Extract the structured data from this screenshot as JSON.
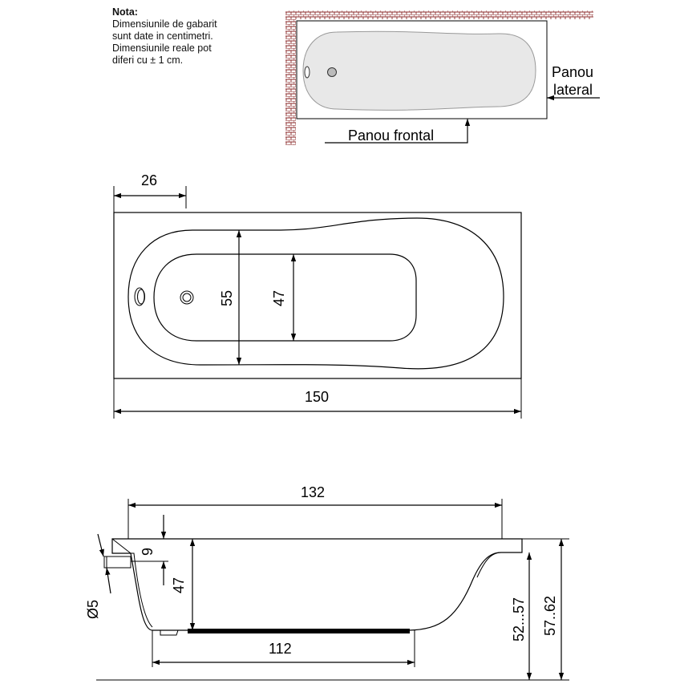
{
  "note": {
    "title": "Nota:",
    "lines": [
      "Dimensiunile de gabarit",
      "sunt date in centimetri.",
      "Dimensiunile reale pot",
      "diferi cu ± 1 cm."
    ]
  },
  "panels": {
    "lateral_line1": "Panou",
    "lateral_line2": "lateral",
    "frontal": "Panou frontal"
  },
  "top_view": {
    "dim_drain_offset": "26",
    "dim_outer_width": "55",
    "dim_inner_width": "47",
    "dim_length": "150"
  },
  "side_view": {
    "dim_top_length": "132",
    "dim_rim": "9",
    "dim_inner_depth": "47",
    "dim_overflow_diameter": "Ø5",
    "dim_bottom_length": "112",
    "dim_height_range": "52...57",
    "dim_total_height": "57..62"
  },
  "colors": {
    "line": "#000000",
    "wall_hatch": "#8b2a2a",
    "tub_fill": "#e8e8e8"
  }
}
